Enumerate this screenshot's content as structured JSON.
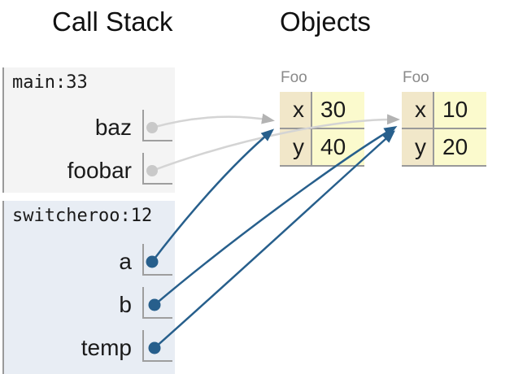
{
  "diagram": {
    "left_title": "Call Stack",
    "right_title": "Objects"
  },
  "call_stack": {
    "frames": [
      {
        "label": "main:33",
        "active": false,
        "variables": [
          {
            "name": "baz",
            "points_to": "object-0"
          },
          {
            "name": "foobar",
            "points_to": "object-1"
          }
        ]
      },
      {
        "label": "switcheroo:12",
        "active": true,
        "variables": [
          {
            "name": "a",
            "points_to": "object-0"
          },
          {
            "name": "b",
            "points_to": "object-1"
          },
          {
            "name": "temp",
            "points_to": "object-1"
          }
        ]
      }
    ]
  },
  "objects": [
    {
      "class_name": "Foo",
      "fields": [
        {
          "key": "x",
          "value": "30"
        },
        {
          "key": "y",
          "value": "40"
        }
      ]
    },
    {
      "class_name": "Foo",
      "fields": [
        {
          "key": "x",
          "value": "10"
        },
        {
          "key": "y",
          "value": "20"
        }
      ]
    }
  ],
  "colors": {
    "inactive_frame_bg": "#f4f4f4",
    "active_frame_bg": "#e8edf4",
    "frame_border": "#9a9a9a",
    "bracket_gray": "#9e9e9e",
    "key_cell_bg": "#f1e7c9",
    "value_cell_bg": "#fbfacd",
    "cell_border": "#999999",
    "class_label_gray": "#8a8a8a",
    "pointer_active_blue": "#275f8c",
    "pointer_inactive_line": "#d4d4d4",
    "pointer_inactive_head": "#b3b3b3",
    "inactive_dot": "#c9c9c9"
  }
}
